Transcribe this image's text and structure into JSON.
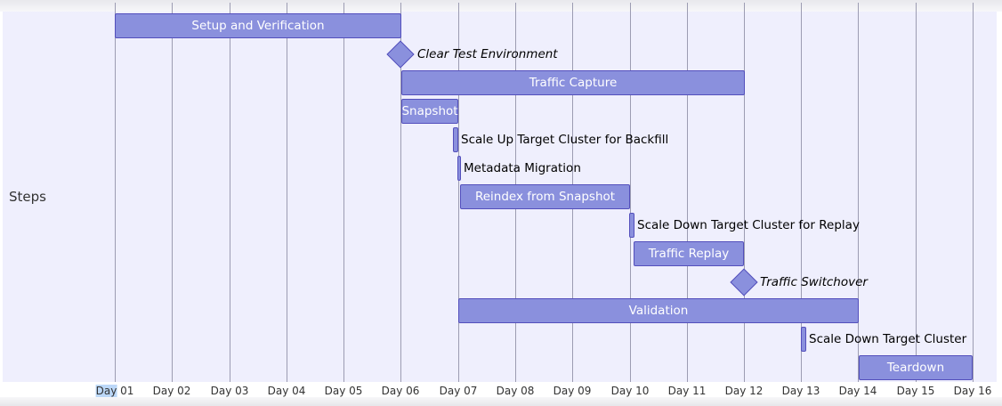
{
  "chart_data": {
    "type": "gantt",
    "title": "",
    "section": "Steps",
    "x_axis": {
      "ticks": [
        "Day 01",
        "Day 02",
        "Day 03",
        "Day 04",
        "Day 05",
        "Day 06",
        "Day 07",
        "Day 08",
        "Day 09",
        "Day 10",
        "Day 11",
        "Day 12",
        "Day 13",
        "Day 14",
        "Day 15",
        "Day 16"
      ],
      "range": [
        1,
        16
      ],
      "grid": true
    },
    "tasks": [
      {
        "name": "Setup and Verification",
        "start": 1,
        "end": 6,
        "type": "task",
        "label_position": "inside"
      },
      {
        "name": "Clear Test Environment",
        "start": 6,
        "end": 6,
        "type": "milestone",
        "label_position": "outside"
      },
      {
        "name": "Traffic Capture",
        "start": 6,
        "end": 12,
        "type": "task",
        "label_position": "inside"
      },
      {
        "name": "Snapshot",
        "start": 6,
        "end": 7,
        "type": "task",
        "label_position": "inside"
      },
      {
        "name": "Scale Up Target Cluster for Backfill",
        "start": 6.9,
        "end": 7.0,
        "type": "task",
        "label_position": "outside"
      },
      {
        "name": "Metadata Migration",
        "start": 7.0,
        "end": 7.05,
        "type": "task",
        "label_position": "outside"
      },
      {
        "name": "Reindex from Snapshot",
        "start": 7.05,
        "end": 10,
        "type": "task",
        "label_position": "inside"
      },
      {
        "name": "Scale Down Target Cluster for Replay",
        "start": 10,
        "end": 10.05,
        "type": "task",
        "label_position": "outside"
      },
      {
        "name": "Traffic Replay",
        "start": 10.05,
        "end": 12,
        "type": "task",
        "label_position": "inside"
      },
      {
        "name": "Traffic Switchover",
        "start": 12,
        "end": 12,
        "type": "milestone",
        "label_position": "outside"
      },
      {
        "name": "Validation",
        "start": 7,
        "end": 14,
        "type": "task",
        "label_position": "inside"
      },
      {
        "name": "Scale Down Target Cluster",
        "start": 13,
        "end": 13.1,
        "type": "task",
        "label_position": "outside"
      },
      {
        "name": "Teardown",
        "start": 14,
        "end": 16,
        "type": "task",
        "label_position": "inside"
      }
    ],
    "colors": {
      "bar_fill": "#8a90dd",
      "bar_border": "#534fbc",
      "section_bg": "#efeffd",
      "grid": "#9c9cb2"
    }
  },
  "section_label": "Steps",
  "ticks": [
    {
      "pre": "Day",
      "post": " 01"
    },
    {
      "pre": "",
      "post": "Day 02"
    },
    {
      "pre": "",
      "post": "Day 03"
    },
    {
      "pre": "",
      "post": "Day 04"
    },
    {
      "pre": "",
      "post": "Day 05"
    },
    {
      "pre": "",
      "post": "Day 06"
    },
    {
      "pre": "",
      "post": "Day 07"
    },
    {
      "pre": "",
      "post": "Day 08"
    },
    {
      "pre": "",
      "post": "Day 09"
    },
    {
      "pre": "",
      "post": "Day 10"
    },
    {
      "pre": "",
      "post": "Day 11"
    },
    {
      "pre": "",
      "post": "Day 12"
    },
    {
      "pre": "",
      "post": "Day 13"
    },
    {
      "pre": "",
      "post": "Day 14"
    },
    {
      "pre": "",
      "post": "Day 15"
    },
    {
      "pre": "",
      "post": "Day 16"
    }
  ],
  "labels": {
    "t0": "Setup and Verification",
    "t1": "Clear Test Environment",
    "t2": "Traffic Capture",
    "t3": "Snapshot",
    "t4": "Scale Up Target Cluster for Backfill",
    "t5": "Metadata Migration",
    "t6": "Reindex from Snapshot",
    "t7": "Scale Down Target Cluster for Replay",
    "t8": "Traffic Replay",
    "t9": "Traffic Switchover",
    "t10": "Validation",
    "t11": "Scale Down Target Cluster",
    "t12": "Teardown"
  }
}
